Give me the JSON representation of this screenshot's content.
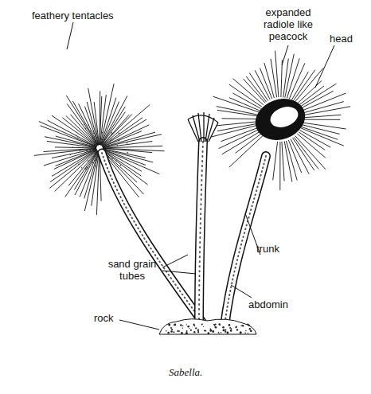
{
  "diagram": {
    "caption": "Sabella.",
    "labels": [
      "feathery tentacles",
      "expanded radiole like peacock",
      "head",
      "sand grain tubes",
      "trunk",
      "abdomin",
      "rock"
    ]
  }
}
